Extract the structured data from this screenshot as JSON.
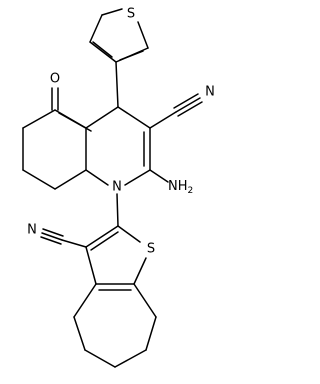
{
  "labels": {
    "oxo": "O",
    "thiophene_s": "S",
    "nitrile_top_n": "N",
    "amino_prefix": "NH",
    "amino_sub": "2",
    "ring_n": "N",
    "nitrile_bottom_n": "N",
    "thieno_s": "S"
  }
}
